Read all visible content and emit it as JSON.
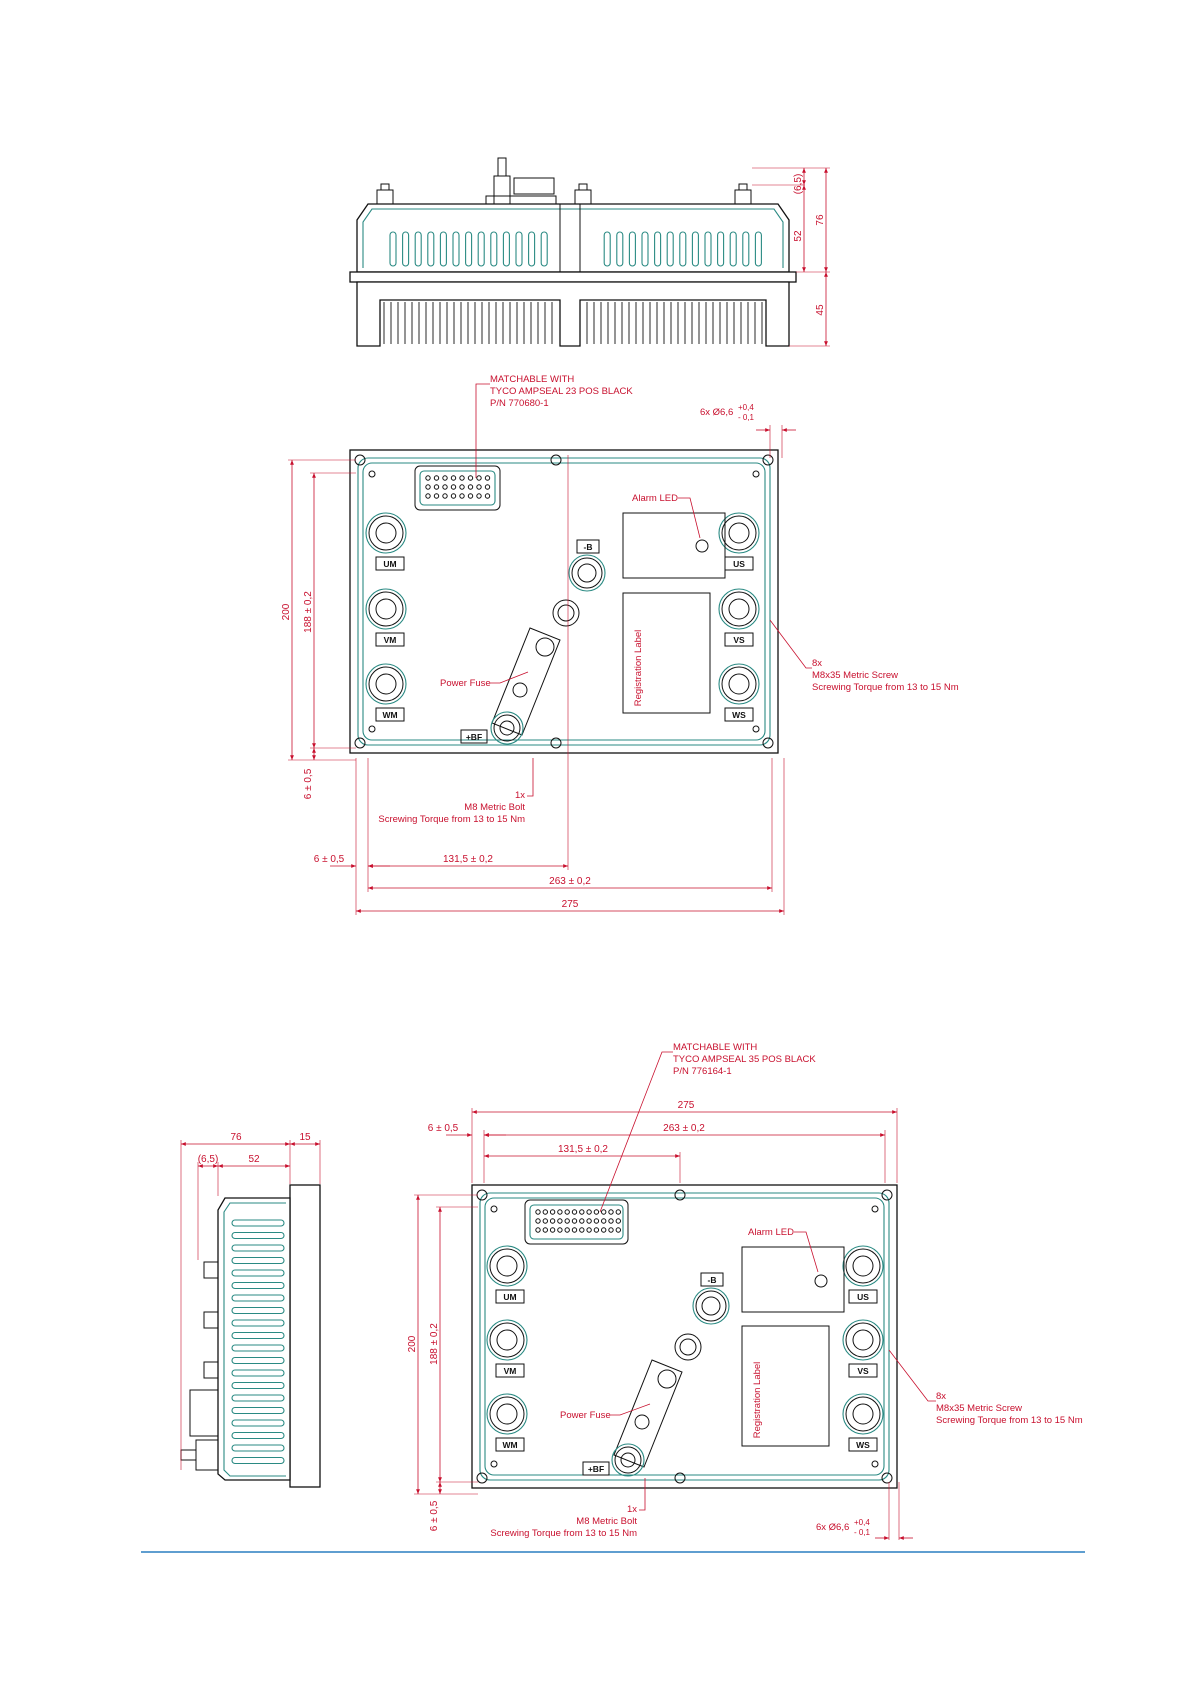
{
  "top_view": {
    "dims": {
      "d6_5": "(6,5)",
      "d52": "52",
      "d76": "76",
      "d45": "45"
    }
  },
  "view1": {
    "connector_note": [
      "MATCHABLE WITH",
      "TYCO AMPSEAL 23 POS BLACK",
      "P/N 770680-1"
    ],
    "hole_spec": {
      "prefix": "6x Ø6,6",
      "plus": "+0,4",
      "minus": "- 0,1"
    },
    "alarm_led": "Alarm LED",
    "registration_label": "Registration Label",
    "power_fuse": "Power Fuse",
    "terminals": {
      "neg_b": "-B",
      "pos_bf": "+BF",
      "um": "UM",
      "vm": "VM",
      "wm": "WM",
      "us": "US",
      "vs": "VS",
      "ws": "WS"
    },
    "screw_note": [
      "8x",
      "M8x35 Metric Screw",
      "Screwing Torque from 13 to 15 Nm"
    ],
    "bolt_note": [
      "1x",
      "M8 Metric Bolt",
      "Screwing Torque from 13 to 15 Nm"
    ],
    "dims": {
      "d200": "200",
      "d188": "188 ± 0,2",
      "d6_left": "6 ± 0,5",
      "d6_bottom": "6 ± 0,5",
      "d131": "131,5 ± 0,2",
      "d263": "263 ± 0,2",
      "d275": "275"
    }
  },
  "side_view": {
    "dims": {
      "d76": "76",
      "d15": "15",
      "d6_5": "(6,5)",
      "d52": "52"
    }
  },
  "view2": {
    "connector_note": [
      "MATCHABLE WITH",
      "TYCO AMPSEAL 35 POS BLACK",
      "P/N 776164-1"
    ],
    "hole_spec": {
      "prefix": "6x Ø6,6",
      "plus": "+0,4",
      "minus": "- 0,1"
    },
    "alarm_led": "Alarm LED",
    "registration_label": "Registration Label",
    "power_fuse": "Power Fuse",
    "terminals": {
      "neg_b": "-B",
      "pos_bf": "+BF",
      "um": "UM",
      "vm": "VM",
      "wm": "WM",
      "us": "US",
      "vs": "VS",
      "ws": "WS"
    },
    "screw_note": [
      "8x",
      "M8x35 Metric Screw",
      "Screwing Torque from 13 to 15 Nm"
    ],
    "bolt_note": [
      "1x",
      "M8 Metric Bolt",
      "Screwing Torque from 13 to 15 Nm"
    ],
    "dims": {
      "d275": "275",
      "d6_top": "6 ± 0,5",
      "d263": "263 ± 0,2",
      "d131": "131,5 ± 0,2",
      "d200": "200",
      "d188": "188 ± 0,2",
      "d6_left": "6 ± 0,5"
    }
  },
  "colors": {
    "dimension": "#c8102e",
    "outline": "#111111",
    "seal": "#2a8a83",
    "footer_rule": "#2a7fc1"
  }
}
